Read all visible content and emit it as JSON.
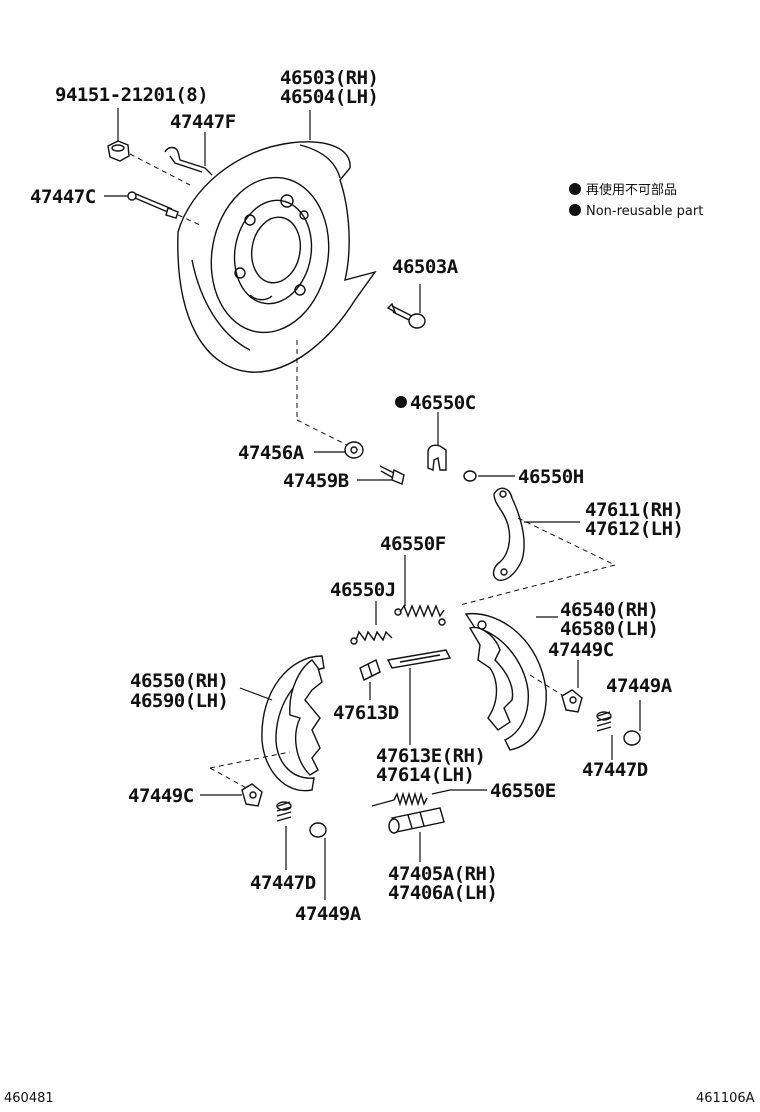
{
  "legend": {
    "items": [
      {
        "symbol": "●",
        "text": "再使用不可部品"
      },
      {
        "symbol": "●",
        "text": "Non-reusable part"
      }
    ]
  },
  "labels": {
    "p94151": "94151-21201(8)",
    "p46503rh": "46503(RH)",
    "p46504lh": "46504(LH)",
    "p47447f": "47447F",
    "p47447c": "47447C",
    "p46503a": "46503A",
    "p46550c": "46550C",
    "p47456a": "47456A",
    "p46550h": "46550H",
    "p47459b": "47459B",
    "p47611rh": "47611(RH)",
    "p47612lh": "47612(LH)",
    "p46550f": "46550F",
    "p46550j": "46550J",
    "p46540rh": "46540(RH)",
    "p46580lh": "46580(LH)",
    "p46550rh": "46550(RH)",
    "p46590lh": "46590(LH)",
    "p47449c_r": "47449C",
    "p47449a_r": "47449A",
    "p47613d": "47613D",
    "p47447d_r": "47447D",
    "p47613e": "47613E(RH)",
    "p47614lh": "47614(LH)",
    "p47449c_l": "47449C",
    "p46550e": "46550E",
    "p47447d_l": "47447D",
    "p47405a": "47405A(RH)",
    "p47406a": "47406A(LH)",
    "p47449a_l": "47449A"
  },
  "footer": {
    "left_ref": "460481",
    "right_ref": "461106A"
  },
  "non_reusable_marker": "●"
}
